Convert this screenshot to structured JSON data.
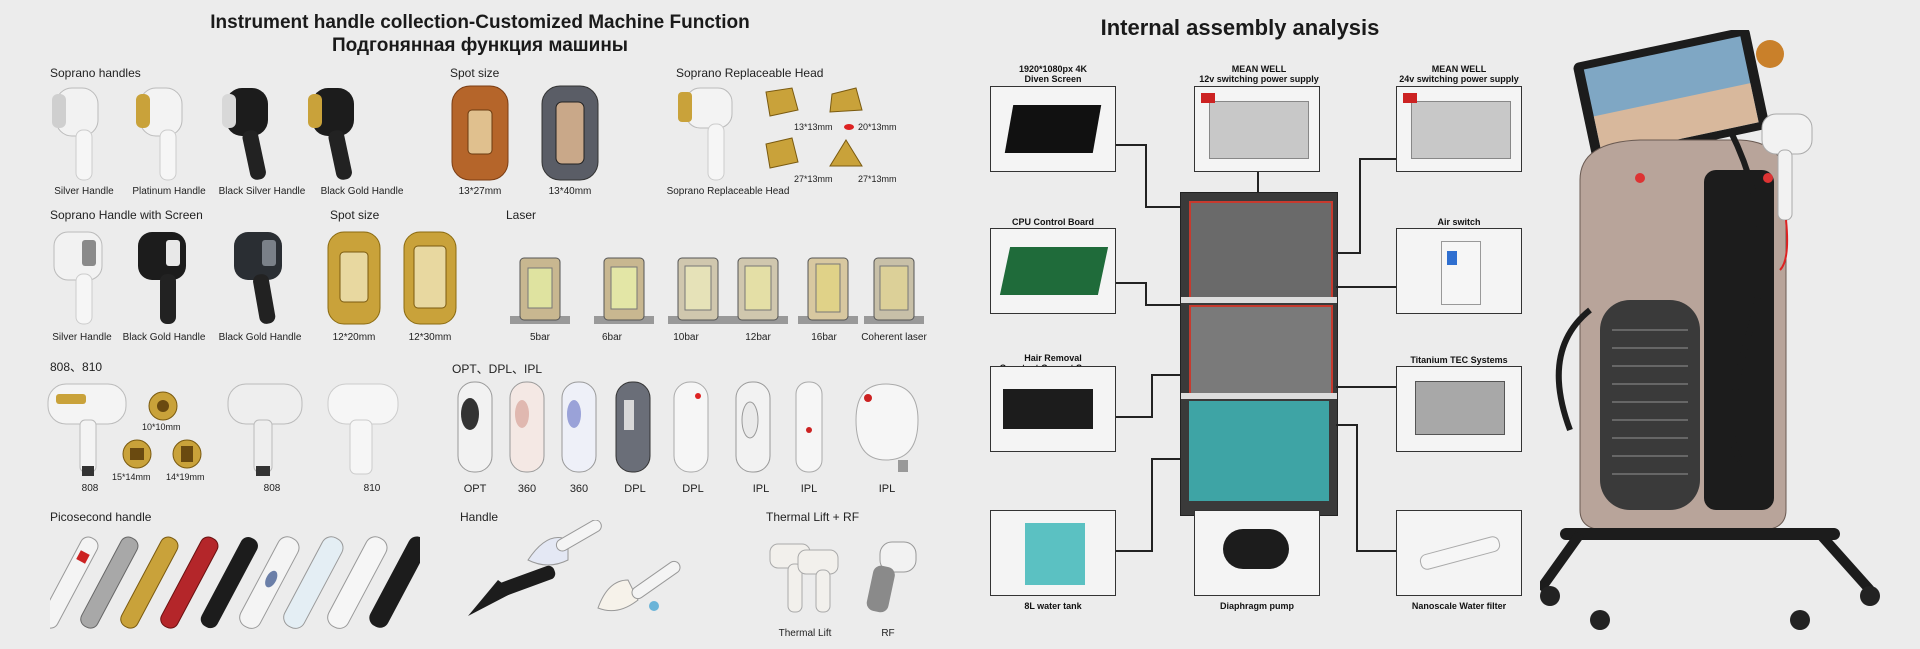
{
  "left": {
    "title_line1": "Instrument handle collection-Customized Machine Function",
    "title_line2": "Подгонянная функция машины",
    "soprano_handles": {
      "heading": "Soprano handles",
      "items": [
        "Silver Handle",
        "Platinum Handle",
        "Black Silver Handle",
        "Black Gold Handle"
      ]
    },
    "spot_size_1": {
      "heading": "Spot size",
      "items": [
        "13*27mm",
        "13*40mm"
      ]
    },
    "replaceable_head": {
      "heading": "Soprano Replaceable Head",
      "caption": "Soprano Replaceable Head",
      "sizes": [
        "13*13mm",
        "20*13mm",
        "27*13mm",
        "27*13mm"
      ]
    },
    "handle_with_screen": {
      "heading": "Soprano Handle with Screen",
      "items": [
        "Silver Handle",
        "Black Gold Handle",
        "Black Gold Handle"
      ]
    },
    "spot_size_2": {
      "heading": "Spot size",
      "items": [
        "12*20mm",
        "12*30mm"
      ]
    },
    "laser": {
      "heading": "Laser",
      "items": [
        "5bar",
        "6bar",
        "10bar",
        "12bar",
        "16bar",
        "Coherent laser"
      ]
    },
    "wavelength": {
      "heading": "808、810",
      "items": [
        "808",
        "808",
        "810"
      ],
      "sizes": [
        "10*10mm",
        "15*14mm",
        "14*19mm"
      ]
    },
    "ipl": {
      "heading": "OPT、DPL、IPL",
      "items": [
        "OPT",
        "360",
        "360",
        "DPL",
        "DPL",
        "IPL",
        "IPL",
        "IPL"
      ]
    },
    "picosecond": {
      "heading": "Picosecond handle"
    },
    "handle": {
      "heading": "Handle"
    },
    "thermal": {
      "heading": "Thermal Lift + RF",
      "items": [
        "Thermal Lift",
        "RF"
      ]
    }
  },
  "right": {
    "title": "Internal assembly analysis",
    "components": {
      "screen": "1920*1080px 4K\nDiven Screen",
      "psu12": "MEAN WELL\n12v switching power supply",
      "psu24": "MEAN WELL\n24v switching power supply",
      "cpu": "CPU Control Board",
      "air": "Air switch",
      "hair": "Hair Removal\nConstant Current Source",
      "tec": "Titanium  TEC Systems",
      "tank": "8L water tank",
      "pump": "Diaphragm pump",
      "filter": "Nanoscale Water filter"
    }
  },
  "colors": {
    "background": "#ececec",
    "gold": "#c9a23a",
    "copper": "#b5652a",
    "dark": "#1c1c1c",
    "silver": "#d8d8d8",
    "red_wire": "#c73a2e",
    "teal": "#3fb7b9"
  }
}
